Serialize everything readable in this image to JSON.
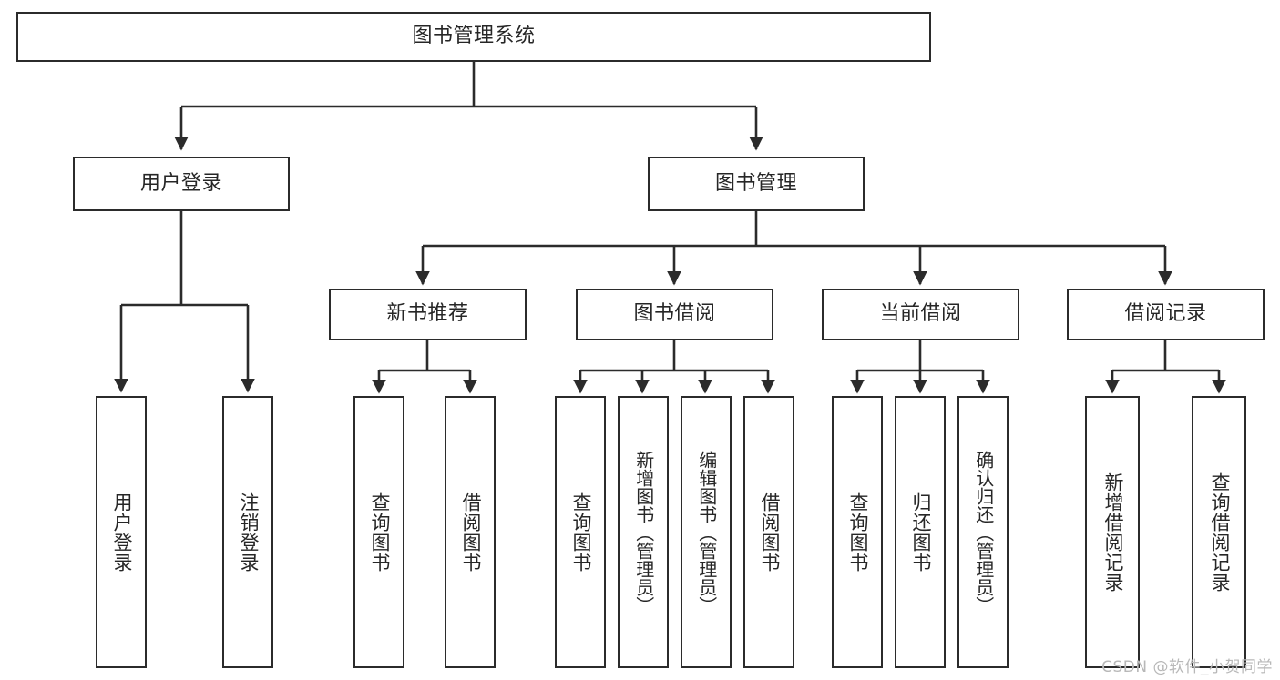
{
  "diagram": {
    "title": "图书管理系统",
    "type": "tree",
    "colors": {
      "box_border": "#2b2b2b",
      "box_fill": "#ffffff",
      "text": "#262626",
      "edge": "#2b2b2b",
      "watermark": "#b8b8b8",
      "background": "#ffffff"
    },
    "root": {
      "label": "图书管理系统"
    },
    "level1": [
      {
        "label": "用户登录"
      },
      {
        "label": "图书管理"
      }
    ],
    "level2": [
      {
        "label": "新书推荐"
      },
      {
        "label": "图书借阅"
      },
      {
        "label": "当前借阅"
      },
      {
        "label": "借阅记录"
      }
    ],
    "leaves": {
      "user_login": [
        {
          "label": "用户登录"
        },
        {
          "label": "注销登录"
        }
      ],
      "new_book_recommend": [
        {
          "label": "查询图书"
        },
        {
          "label": "借阅图书"
        }
      ],
      "book_borrow": [
        {
          "label": "查询图书"
        },
        {
          "label": "新增图书（管理员）"
        },
        {
          "label": "编辑图书（管理员）"
        },
        {
          "label": "借阅图书"
        }
      ],
      "current_borrow": [
        {
          "label": "查询图书"
        },
        {
          "label": "归还图书"
        },
        {
          "label": "确认归还（管理员）"
        }
      ],
      "borrow_record": [
        {
          "label": "新增借阅记录"
        },
        {
          "label": "查询借阅记录"
        }
      ]
    }
  },
  "watermark": {
    "text": "CSDN @软件_小贺同学"
  }
}
